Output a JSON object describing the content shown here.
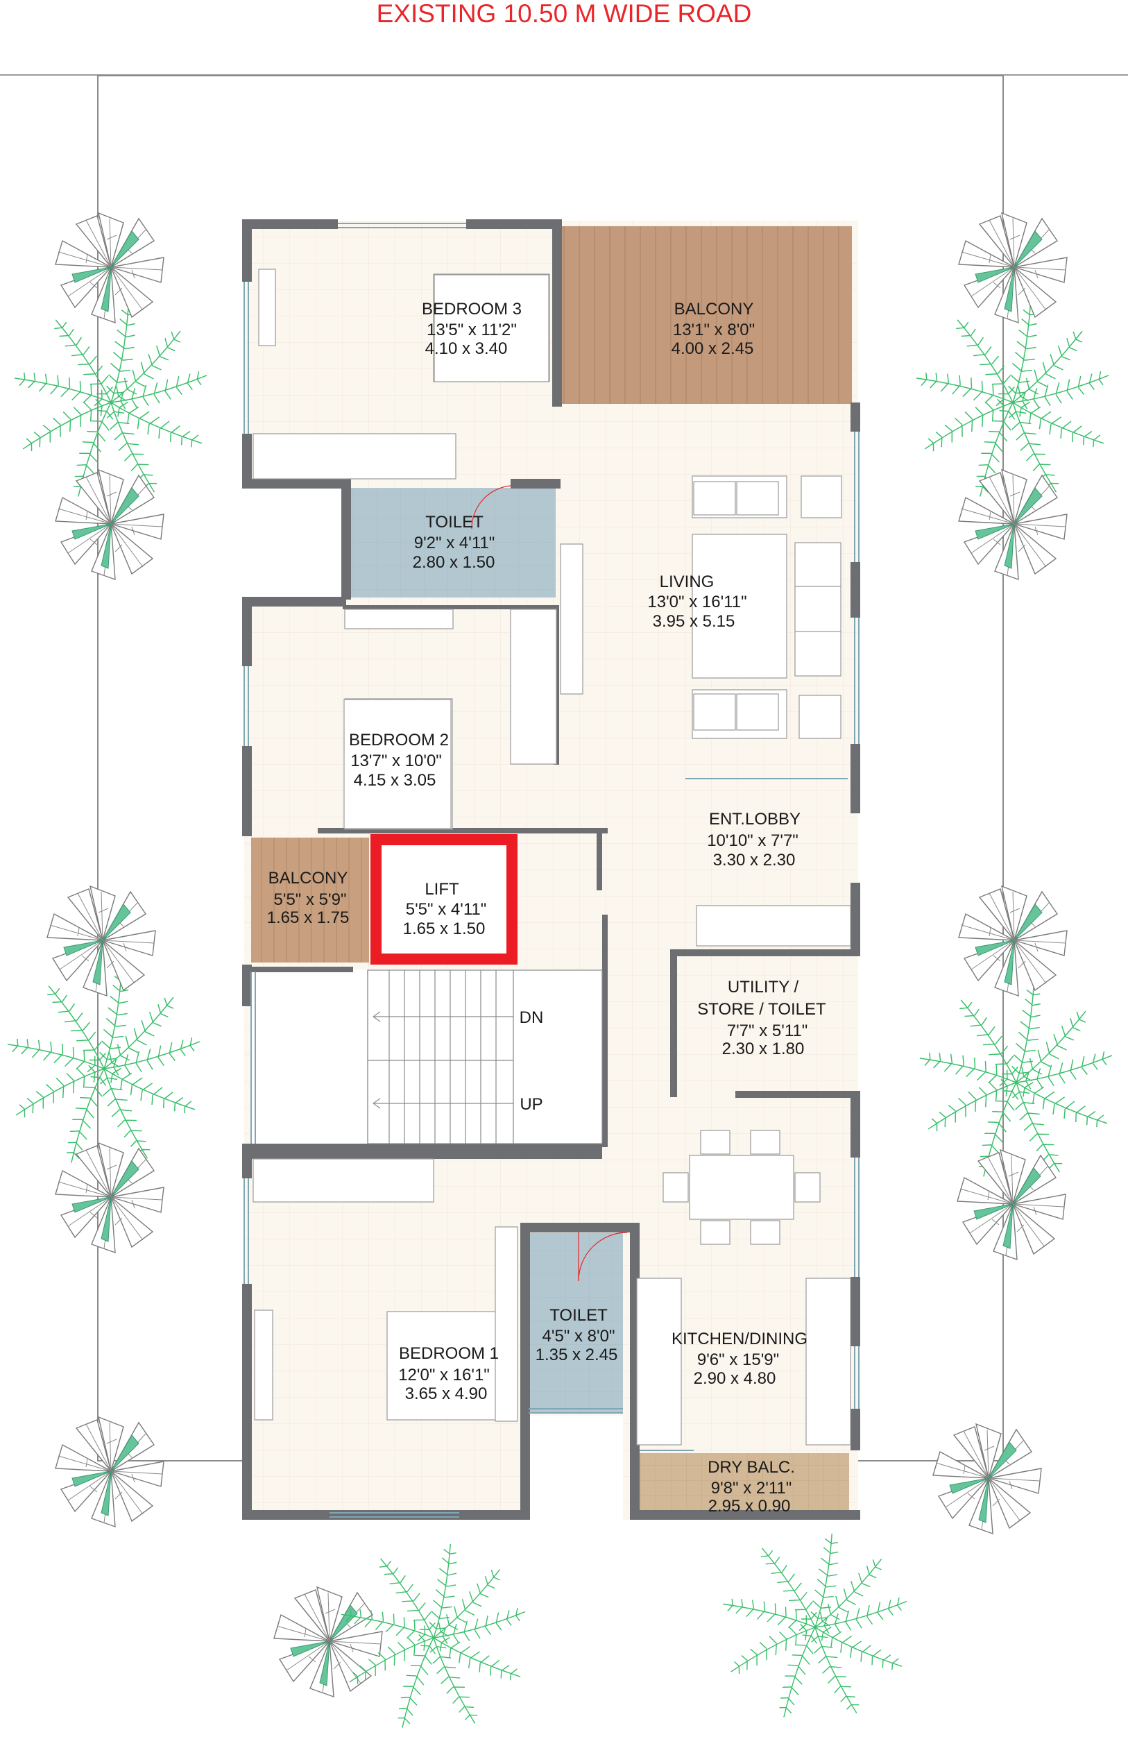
{
  "road_label": "EXISTING 10.50 M WIDE ROAD",
  "colors": {
    "title": "#e8262a",
    "wall": "#6d6e71",
    "floor": "#fbf6ee",
    "balcony_main": "#c49a7c",
    "balcony_small": "#c8a07f",
    "dry_balcony": "#d2b896",
    "toilet": "#b2c7cf",
    "lift_frame": "#ec1c24",
    "tree_fern": "#3bbf6b",
    "tree_shrub": "#7a7a7a"
  },
  "rooms": {
    "bedroom3": {
      "name": "BEDROOM 3",
      "imperial": "13'5\" x 11'2\"",
      "metric": "4.10 x 3.40"
    },
    "balcony_top": {
      "name": "BALCONY",
      "imperial": "13'1\" x 8'0\"",
      "metric": "4.00 x 2.45"
    },
    "toilet_top": {
      "name": "TOILET",
      "imperial": "9'2\" x 4'11\"",
      "metric": "2.80 x 1.50"
    },
    "living": {
      "name": "LIVING",
      "imperial": "13'0\" x 16'11\"",
      "metric": "3.95 x 5.15"
    },
    "bedroom2": {
      "name": "BEDROOM 2",
      "imperial": "13'7\" x 10'0\"",
      "metric": "4.15 x 3.05"
    },
    "ent_lobby": {
      "name": "ENT.LOBBY",
      "imperial": "10'10\" x 7'7\"",
      "metric": "3.30 x 2.30"
    },
    "balcony_small": {
      "name": "BALCONY",
      "imperial": "5'5\" x 5'9\"",
      "metric": "1.65 x 1.75"
    },
    "lift": {
      "name": "LIFT",
      "imperial": "5'5\" x 4'11\"",
      "metric": "1.65 x 1.50"
    },
    "utility": {
      "name_line1": "UTILITY /",
      "name_line2": "STORE / TOILET",
      "imperial": "7'7\" x 5'11\"",
      "metric": "2.30 x 1.80"
    },
    "bedroom1": {
      "name": "BEDROOM 1",
      "imperial": "12'0\" x 16'1\"",
      "metric": "3.65 x 4.90"
    },
    "toilet_bottom": {
      "name": "TOILET",
      "imperial": "4'5\" x 8'0\"",
      "metric": "1.35 x 2.45"
    },
    "kitchen": {
      "name": "KITCHEN/DINING",
      "imperial": "9'6\" x 15'9\"",
      "metric": "2.90 x 4.80"
    },
    "dry_balc": {
      "name": "DRY BALC.",
      "imperial": "9'8\" x 2'11\"",
      "metric": "2.95 x 0.90"
    }
  },
  "stairs": {
    "down_label": "DN",
    "up_label": "UP"
  }
}
